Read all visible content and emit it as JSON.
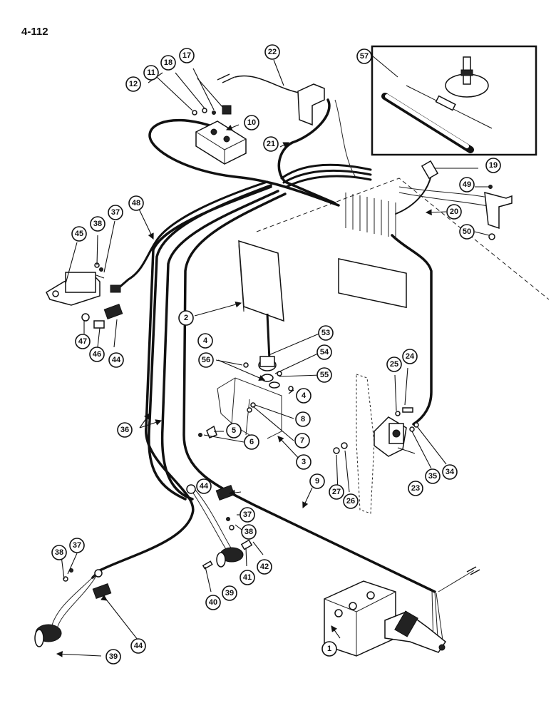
{
  "page": {
    "number": "4-112"
  },
  "callouts": [
    "1",
    "2",
    "3",
    "4",
    "4",
    "5",
    "6",
    "7",
    "8",
    "9",
    "10",
    "11",
    "12",
    "17",
    "18",
    "19",
    "20",
    "21",
    "22",
    "23",
    "24",
    "25",
    "26",
    "27",
    "34",
    "35",
    "36",
    "37",
    "37",
    "37",
    "38",
    "38",
    "38",
    "39",
    "39",
    "40",
    "41",
    "42",
    "44",
    "44",
    "44",
    "45",
    "46",
    "47",
    "48",
    "49",
    "50",
    "53",
    "54",
    "55",
    "56",
    "57"
  ]
}
